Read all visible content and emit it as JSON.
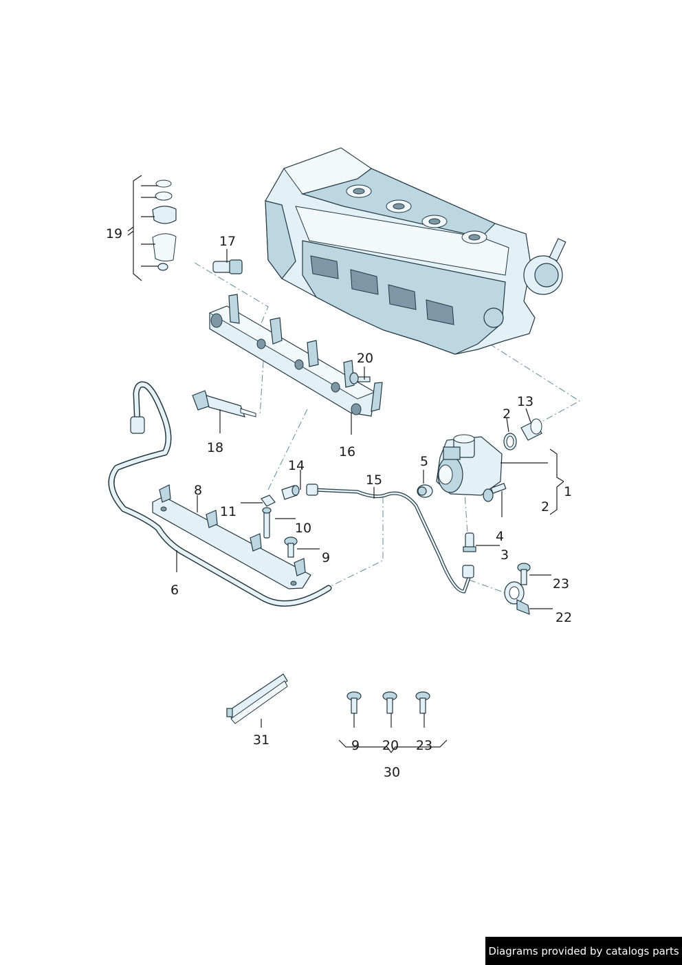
{
  "labels": {
    "l1": "1",
    "l2a": "2",
    "l2b": "2",
    "l3": "3",
    "l4": "4",
    "l5": "5",
    "l6": "6",
    "l8": "8",
    "l9a": "9",
    "l9b": "9",
    "l10": "10",
    "l11": "11",
    "l13": "13",
    "l14": "14",
    "l15": "15",
    "l16": "16",
    "l17": "17",
    "l18": "18",
    "l19": "19",
    "l20a": "20",
    "l20b": "20",
    "l22": "22",
    "l23a": "23",
    "l23b": "23",
    "l30": "30",
    "l31": "31"
  },
  "credit": "Diagrams provided by catalogs parts"
}
